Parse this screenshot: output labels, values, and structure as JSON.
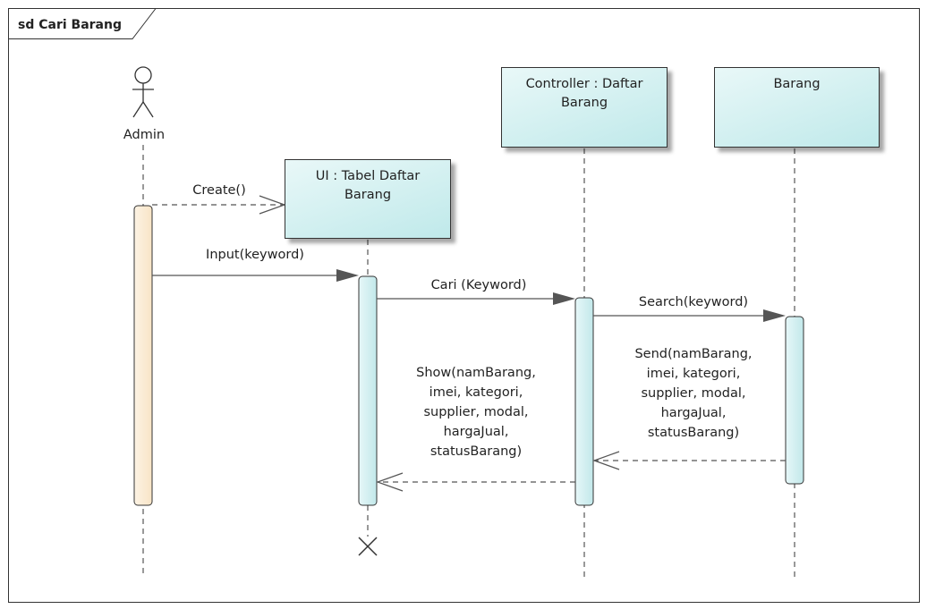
{
  "frame": {
    "title": "sd Cari Barang"
  },
  "actor": {
    "name": "Admin"
  },
  "lifelines": {
    "ui": {
      "line1": "UI : Tabel Daftar",
      "line2": "Barang"
    },
    "controller": {
      "line1": "Controller : Daftar",
      "line2": "Barang"
    },
    "entity": {
      "line1": "Barang"
    }
  },
  "messages": {
    "create": "Create()",
    "input": "Input(keyword)",
    "cari": "Cari (Keyword)",
    "search": "Search(keyword)",
    "send": [
      "Send(namBarang,",
      "imei, kategori,",
      "supplier, modal,",
      "hargaJual,",
      "statusBarang)"
    ],
    "show": [
      "Show(namBarang,",
      "imei, kategori,",
      "supplier, modal,",
      "hargaJual,",
      "statusBarang)"
    ]
  },
  "colors": {
    "actor_activation": "#fdf0dc",
    "lifeline_fill": "#d4f1f2",
    "arrow": "#555555"
  }
}
